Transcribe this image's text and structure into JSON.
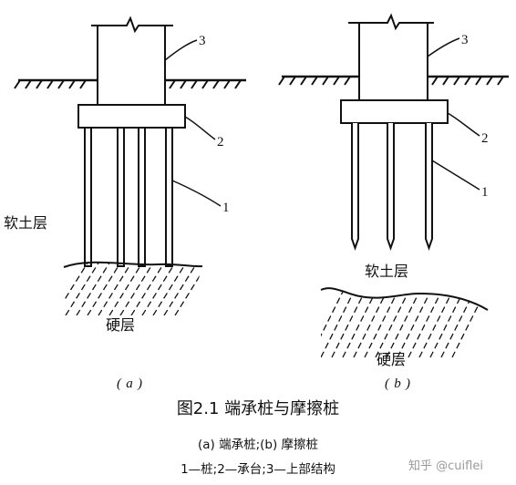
{
  "diagram_a": {
    "soil_label": "软土层",
    "hard_label": "硬层",
    "sub_label": "(a)",
    "callouts": [
      "3",
      "2",
      "1"
    ]
  },
  "diagram_b": {
    "soil_label": "软土层",
    "hard_label": "硬层",
    "sub_label": "(b)",
    "callouts": [
      "3",
      "2",
      "1"
    ]
  },
  "caption": {
    "title": "图2.1 端承桩与摩擦桩",
    "subtitle": "(a) 端承桩;(b) 摩擦桩",
    "legend": "1—桩;2—承台;3—上部结构"
  },
  "watermark": "知乎 @cuiflei"
}
